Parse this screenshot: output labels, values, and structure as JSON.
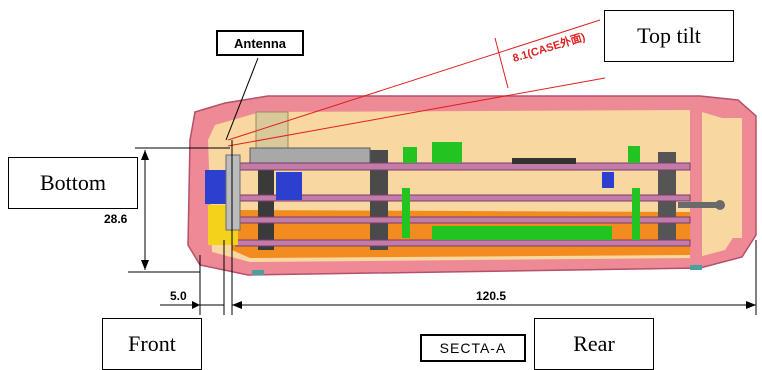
{
  "labels": {
    "antenna": "Antenna",
    "top_tilt": "Top tilt",
    "bottom": "Bottom",
    "front": "Front",
    "rear": "Rear",
    "section": "SECTA-A",
    "tilt_dimension": "8.1(CASE外面)"
  },
  "dimensions": {
    "height": "28.6",
    "front_offset": "5.0",
    "length": "120.5"
  },
  "colors": {
    "case_outer": "#ee8a96",
    "case_inner": "#f8d7a0",
    "pcb": "#c37ca8",
    "green_parts": "#21c421",
    "blue_parts": "#2d3fcf",
    "yellow_part": "#f2d21a",
    "orange_bottom": "#f28c1e",
    "dimension_red": "#e02020"
  }
}
